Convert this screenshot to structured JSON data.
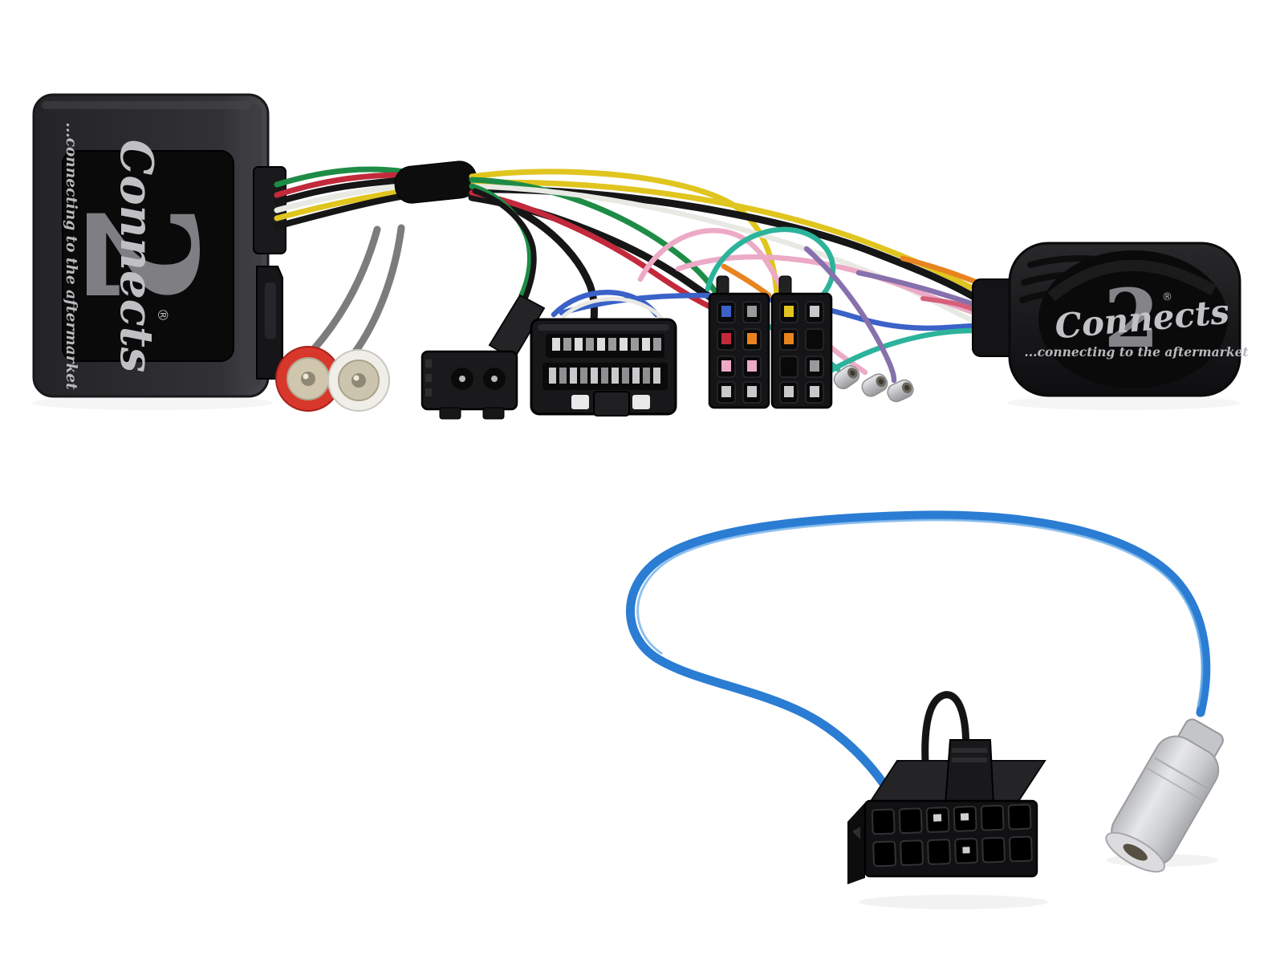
{
  "image": {
    "type": "product-photo",
    "subject": "Connects2 steering wheel control interface kit: interface box, patch harness with vehicle / ISO connectors, SWC module, and antenna adapter lead",
    "background": "#ffffff"
  },
  "branding": {
    "script": "Connects",
    "numeral": "2",
    "registered": "®",
    "tagline": "...connecting to the aftermarket",
    "logo_silver": "#c2c2c6",
    "numeral_grey": "#8a8a8f"
  },
  "palette": {
    "box_body": "#2c2c2f",
    "box_label": "#0a0a0b",
    "module_body": "#1c1c1e",
    "module_face": "#0a0a0b",
    "yellow": "#e0c51f",
    "red": "#c22a3c",
    "green": "#1e8c46",
    "teal": "#2cb39b",
    "pink": "#ecaac6",
    "blue": "#3a62c8",
    "purple": "#8671ad",
    "orange": "#e8831f",
    "rose": "#d6607a",
    "white_wire": "#e9e9e4",
    "black_wire": "#161617",
    "grey_cable": "#7c7c7e",
    "antenna_blue": "#2b7cd3",
    "antenna_blue_hi": "#74b2e8",
    "rca_red": "#d8372b",
    "rca_white": "#f0eee8",
    "silver": "#c9c9cc",
    "connector_black": "#151517"
  },
  "components": {
    "interface_box": "interface box with Connects2 label",
    "swc_module": "steering wheel control module with Connects2 label",
    "rca_plugs": 2,
    "two_pin_connector": 1,
    "vehicle_connector": "24-way black vehicle harness plug",
    "iso_connectors": 2,
    "bullet_terminals": 3,
    "micro_fit_connector": "12-way (2x6) black plug",
    "antenna_plug": "silver DIN antenna plug",
    "antenna_lead_color_name": "blue"
  }
}
